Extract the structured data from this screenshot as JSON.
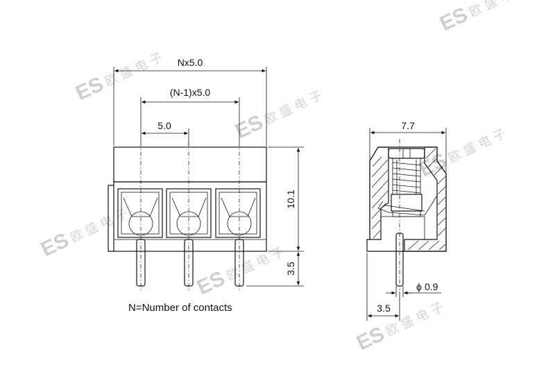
{
  "dimensions": {
    "total_width": "Nx5.0",
    "pitch_span": "(N-1)x5.0",
    "pitch": "5.0",
    "height": "10.1",
    "pin_length": "3.5",
    "side_width": "7.7",
    "pin_diameter": "0.9",
    "pin_offset": "3.5"
  },
  "note": "N=Number of contacts",
  "watermark": {
    "brand": "ES",
    "chinese": "欧 盛 电 子"
  }
}
